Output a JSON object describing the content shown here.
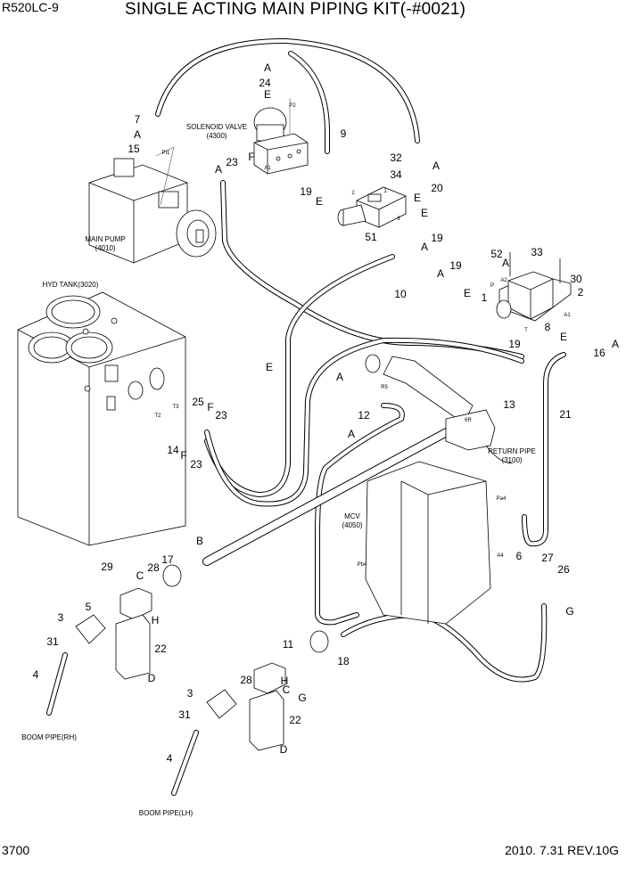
{
  "header": {
    "model": "R520LC-9",
    "title": "SINGLE ACTING MAIN PIPING KIT(-#0021)"
  },
  "footer": {
    "page_number": "3700",
    "date_revision": "2010. 7.31  REV.10G"
  },
  "component_labels": {
    "solenoid_valve": "SOLENOID VALVE",
    "solenoid_valve_code": "(4300)",
    "main_pump": "MAIN PUMP",
    "main_pump_code": "(4010)",
    "hyd_tank": "HYD TANK(3020)",
    "return_pipe": "RETURN PIPE",
    "return_pipe_code": "(3100)",
    "mcv": "MCV",
    "mcv_code": "(4050)",
    "boom_pipe_rh": "BOOM PIPE(RH)",
    "boom_pipe_lh": "BOOM PIPE(LH)"
  },
  "callouts": [
    "A",
    "24",
    "E",
    "7",
    "A",
    "15",
    "9",
    "23",
    "F",
    "A",
    "32",
    "34",
    "A",
    "19",
    "E",
    "E",
    "20",
    "E",
    "51",
    "19",
    "A",
    "52",
    "A",
    "33",
    "19",
    "A",
    "30",
    "E",
    "1",
    "2",
    "10",
    "E",
    "8",
    "E",
    "19",
    "A",
    "16",
    "A",
    "13",
    "21",
    "12",
    "25",
    "F",
    "23",
    "A",
    "14",
    "F",
    "23",
    "B",
    "6",
    "27",
    "26",
    "29",
    "28",
    "17",
    "C",
    "G",
    "5",
    "H",
    "3",
    "22",
    "31",
    "D",
    "4",
    "11",
    "28",
    "H",
    "G",
    "18",
    "C",
    "3",
    "22",
    "31",
    "D",
    "4",
    "11"
  ],
  "port_labels": [
    "P2",
    "PI1",
    "A1",
    "2",
    "1",
    "3",
    "A2",
    "P",
    "A1",
    "T",
    "R5",
    "T3",
    "T2",
    "6R",
    "Pa4",
    "A4",
    "Pb4"
  ]
}
